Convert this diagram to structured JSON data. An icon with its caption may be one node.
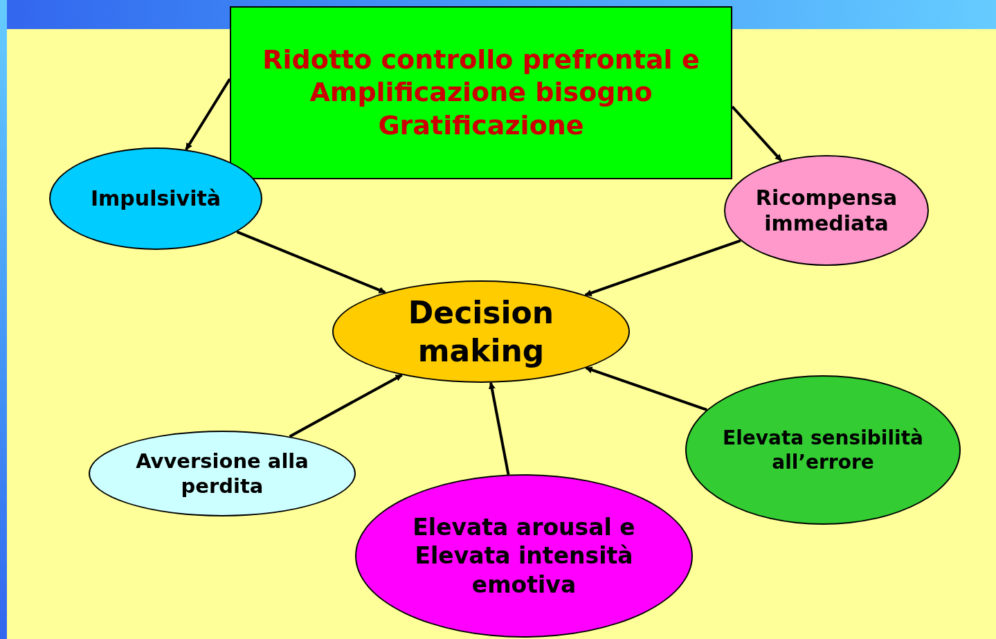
{
  "diagram": {
    "nodes": [
      {
        "text": [
          "Ridotto controllo prefrontal e Amplificazione bisogno Gratificazione"
        ]
      },
      {
        "text": [
          "Impulsività"
        ]
      },
      {
        "text": [
          "Ricompensa immediata"
        ]
      },
      {
        "text": [
          "Decision making"
        ]
      },
      {
        "text": [
          "Avversione alla perdita"
        ]
      },
      {
        "text": [
          "Elevata sensibilità all’errore"
        ]
      },
      {
        "text": [
          "Elevata arousal e Elevata intensità emotiva"
        ]
      }
    ],
    "edges": [
      {
        "from": 0,
        "to": 1,
        "arrow": "to"
      },
      {
        "from": 0,
        "to": 2,
        "arrow": "to"
      },
      {
        "from": 1,
        "to": 3,
        "arrow": "to"
      },
      {
        "from": 2,
        "to": 3,
        "arrow": "to"
      },
      {
        "from": 4,
        "to": 3,
        "arrow": "to"
      },
      {
        "from": 5,
        "to": 3,
        "arrow": "to"
      },
      {
        "from": 6,
        "to": 3,
        "arrow": "to"
      }
    ]
  }
}
